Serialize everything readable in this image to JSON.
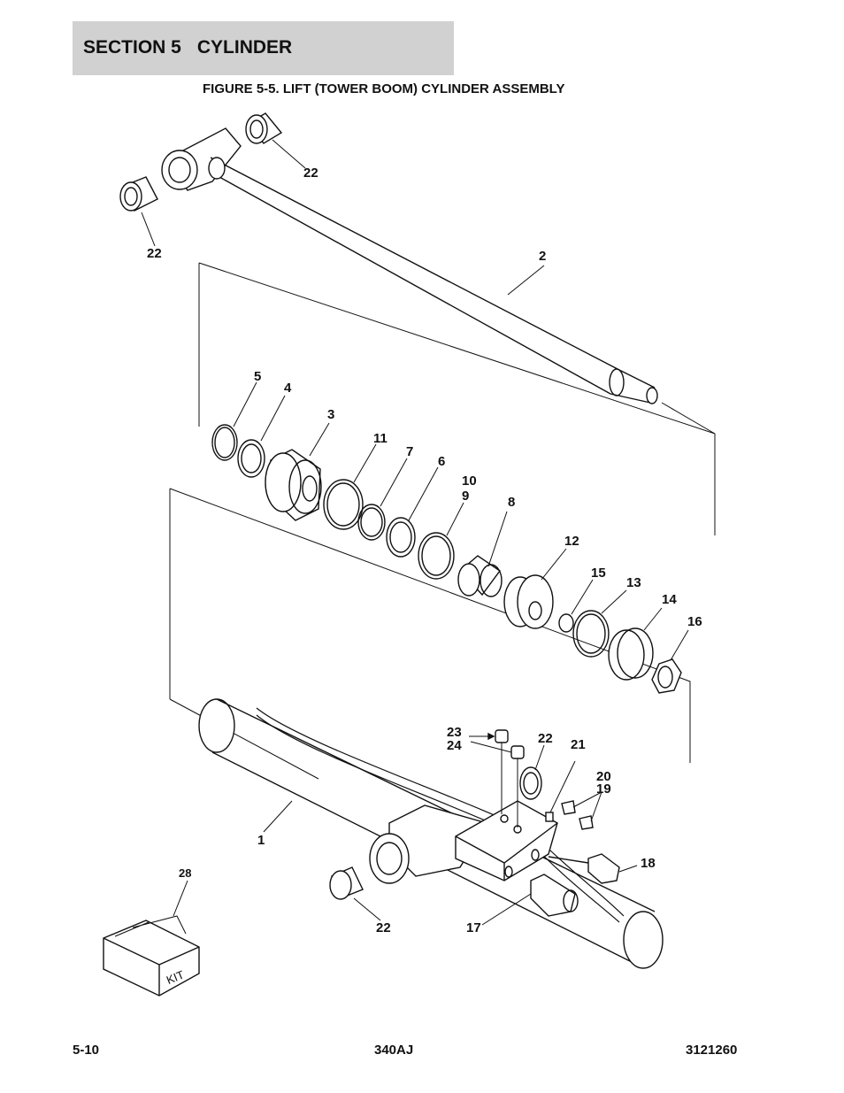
{
  "header": {
    "section": "SECTION 5",
    "chapter": "CYLINDER"
  },
  "figure": {
    "title": "FIGURE 5-5. LIFT (TOWER BOOM) CYLINDER ASSEMBLY",
    "kit_label": "KIT",
    "callouts": [
      "22",
      "22",
      "2",
      "5",
      "4",
      "3",
      "11",
      "7",
      "6",
      "10",
      "9",
      "8",
      "12",
      "15",
      "13",
      "14",
      "16",
      "23",
      "24",
      "22",
      "21",
      "20",
      "19",
      "1",
      "18",
      "28",
      "22",
      "17"
    ]
  },
  "footer": {
    "page": "5-10",
    "model": "340AJ",
    "doc_number": "3121260"
  }
}
